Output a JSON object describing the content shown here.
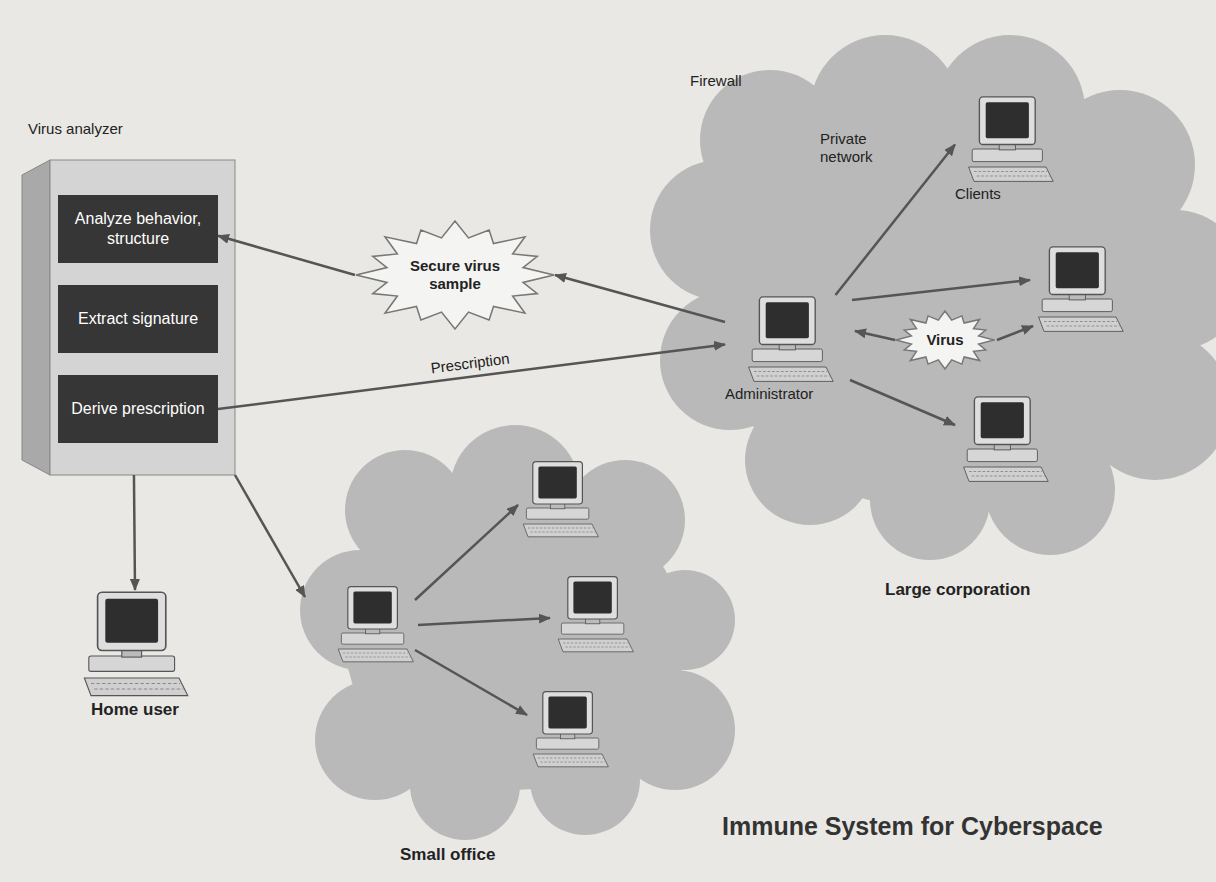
{
  "diagram": {
    "title": "Immune System for Cyberspace",
    "nodes": [
      {
        "text": [
          "Virus analyzer"
        ]
      },
      {
        "text": [
          "Analyze behavior, structure"
        ],
        "in": 0
      },
      {
        "text": [
          "Extract signature"
        ],
        "in": 0
      },
      {
        "text": [
          "Derive prescription"
        ],
        "in": 0
      },
      {
        "text": [
          "Secure virus sample"
        ]
      },
      {
        "text": [
          "Firewall",
          "Private network",
          "Large corporation"
        ]
      },
      {
        "text": [
          "Administrator"
        ],
        "in": 5
      },
      {
        "text": [
          "Clients"
        ],
        "in": 5
      },
      {
        "text": [
          "Virus"
        ],
        "in": 5
      },
      {
        "text": [
          "Small office"
        ]
      },
      {
        "text": [
          "Home user"
        ]
      }
    ],
    "edges": [
      {
        "from": 4,
        "to": 1,
        "arrow": "to"
      },
      {
        "from": 6,
        "to": 4,
        "arrow": "to"
      },
      {
        "from": 3,
        "to": 6,
        "label": "Prescription",
        "arrow": "to"
      },
      {
        "from": 6,
        "to": 7,
        "arrow": "to"
      },
      {
        "from": 8,
        "to": 6,
        "arrow": "to"
      },
      {
        "from": 0,
        "to": 10,
        "arrow": "to"
      },
      {
        "from": 0,
        "to": 9,
        "arrow": "to"
      }
    ]
  }
}
